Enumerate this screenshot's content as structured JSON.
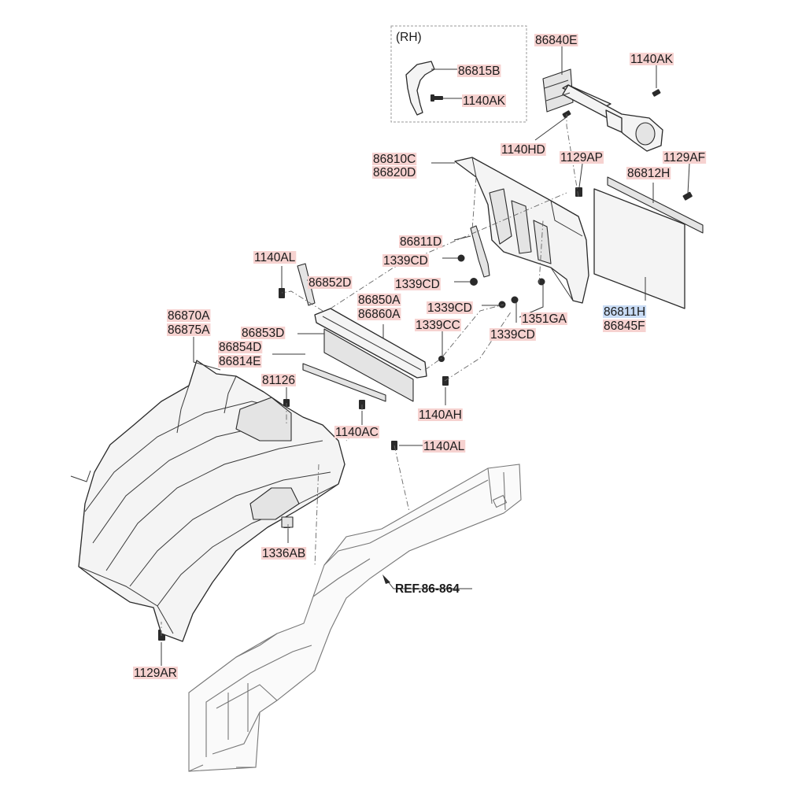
{
  "diagram": {
    "variant_label": "(RH)",
    "reference_label": "REF.86-864",
    "highlight_colors": {
      "default": "#f6d2d0",
      "selected": "#c9dcf5"
    },
    "callouts": [
      {
        "id": "c1",
        "text": "86840E",
        "selected": false
      },
      {
        "id": "c2",
        "text": "1140AK",
        "selected": false
      },
      {
        "id": "c3",
        "text": "86815B",
        "selected": false
      },
      {
        "id": "c4",
        "text": "1140AK",
        "selected": false
      },
      {
        "id": "c5",
        "text": "1140HD",
        "selected": false
      },
      {
        "id": "c6",
        "text": "86810C",
        "selected": false
      },
      {
        "id": "c7",
        "text": "86820D",
        "selected": false
      },
      {
        "id": "c8",
        "text": "1129AP",
        "selected": false
      },
      {
        "id": "c9",
        "text": "1129AF",
        "selected": false
      },
      {
        "id": "c10",
        "text": "86812H",
        "selected": false
      },
      {
        "id": "c11",
        "text": "86811D",
        "selected": false
      },
      {
        "id": "c12",
        "text": "1339CD",
        "selected": false
      },
      {
        "id": "c13",
        "text": "1140AL",
        "selected": false
      },
      {
        "id": "c14",
        "text": "86852D",
        "selected": false
      },
      {
        "id": "c15",
        "text": "1339CD",
        "selected": false
      },
      {
        "id": "c16",
        "text": "86850A",
        "selected": false
      },
      {
        "id": "c17",
        "text": "86860A",
        "selected": false
      },
      {
        "id": "c18",
        "text": "1339CD",
        "selected": false
      },
      {
        "id": "c19",
        "text": "1351GA",
        "selected": false
      },
      {
        "id": "c20",
        "text": "86811H",
        "selected": true
      },
      {
        "id": "c21",
        "text": "86845F",
        "selected": false
      },
      {
        "id": "c22",
        "text": "86870A",
        "selected": false
      },
      {
        "id": "c23",
        "text": "86875A",
        "selected": false
      },
      {
        "id": "c24",
        "text": "86853D",
        "selected": false
      },
      {
        "id": "c25",
        "text": "1339CC",
        "selected": false
      },
      {
        "id": "c26",
        "text": "1339CD",
        "selected": false
      },
      {
        "id": "c27",
        "text": "86854D",
        "selected": false
      },
      {
        "id": "c28",
        "text": "86814E",
        "selected": false
      },
      {
        "id": "c29",
        "text": "81126",
        "selected": false
      },
      {
        "id": "c30",
        "text": "1140AH",
        "selected": false
      },
      {
        "id": "c31",
        "text": "1140AC",
        "selected": false
      },
      {
        "id": "c32",
        "text": "1140AL",
        "selected": false
      },
      {
        "id": "c33",
        "text": "1336AB",
        "selected": false
      },
      {
        "id": "c34",
        "text": "1129AR",
        "selected": false
      }
    ]
  }
}
